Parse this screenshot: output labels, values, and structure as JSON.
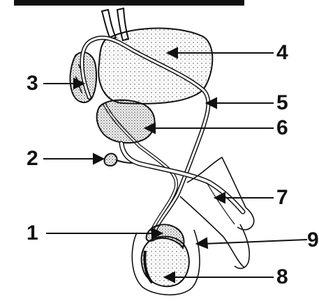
{
  "figure": {
    "header_fragment": "",
    "labels": {
      "l1": "1",
      "l2": "2",
      "l3": "3",
      "l4": "4",
      "l5": "5",
      "l6": "6",
      "l7": "7",
      "l8": "8",
      "l9": "9"
    },
    "colors": {
      "ink": "#111111",
      "fill": "#f4f4f4",
      "background": "#ffffff"
    }
  }
}
